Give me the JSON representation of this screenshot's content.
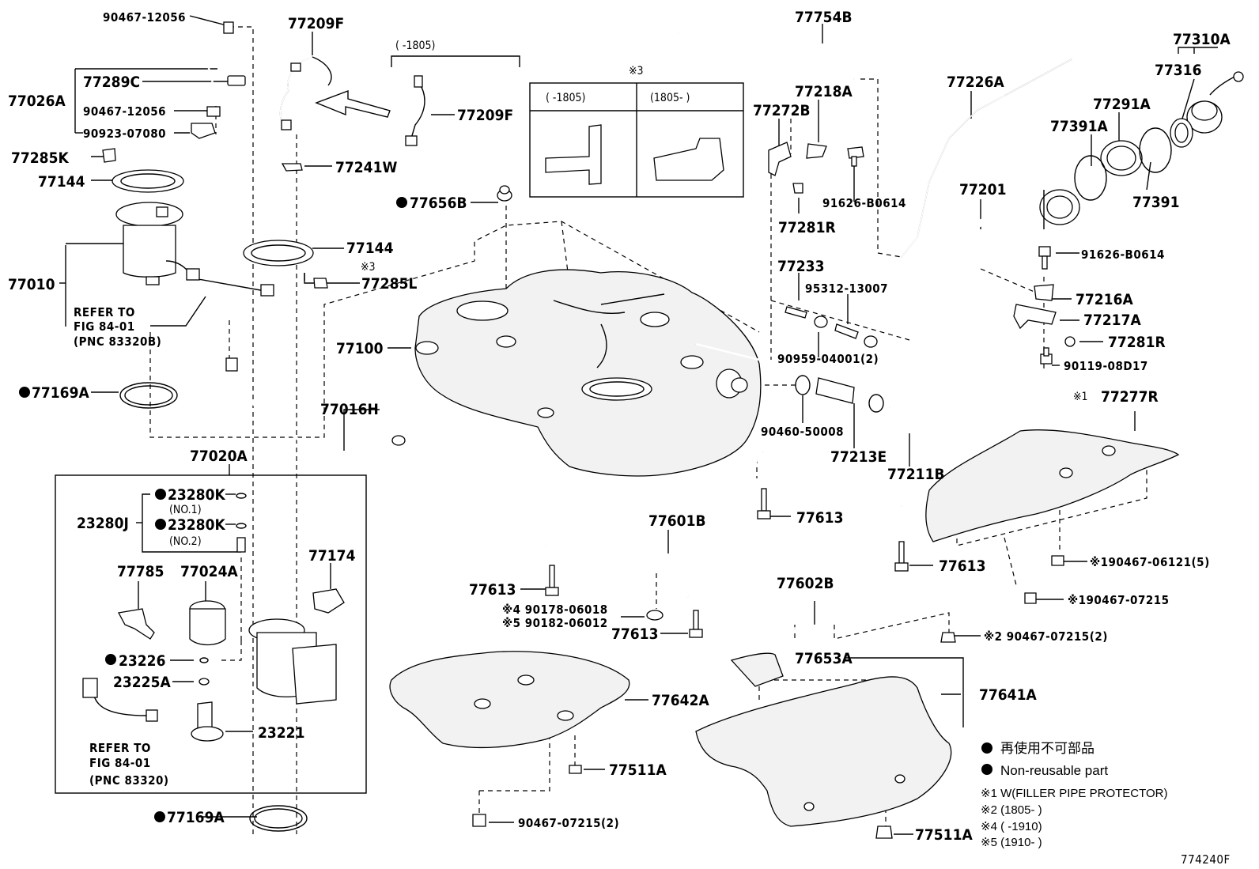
{
  "diagram_id": "774240F",
  "labels": {
    "p90467_12056_top": "90467-12056",
    "p77209F_top": "77209F",
    "p77754B": "77754B",
    "p77310A": "77310A",
    "p1805_header": "( -1805)",
    "p77026A": "77026A",
    "p77289C": "77289C",
    "p90467_12056_mid": "90467-12056",
    "p90923_07080": "90923-07080",
    "p77209F_right": "77209F",
    "note3_top": "※3",
    "col_1805": "( -1805)",
    "col_1805_after": "(1805- )",
    "p77226A": "77226A",
    "p77316": "77316",
    "p77218A": "77218A",
    "p77272B": "77272B",
    "p77291A": "77291A",
    "p77391A": "77391A",
    "p77391": "77391",
    "p77285K": "77285K",
    "p77144_top": "77144",
    "p77241W": "77241W",
    "p91626_B0614_a": "91626-B0614",
    "p77201": "77201",
    "p77656B": "77656B",
    "p77281R_a": "77281R",
    "p91626_B0614_b": "91626-B0614",
    "p77010": "77010",
    "p77144_mid": "77144",
    "note3_mid": "※3",
    "p77285L": "77285L",
    "p77233": "77233",
    "p95312_13007": "95312-13007",
    "p77216A": "77216A",
    "p77217A": "77217A",
    "refer1_a": "REFER TO",
    "refer1_b": "FIG 84-01",
    "refer1_c": "(PNC 83320B)",
    "p77100": "77100",
    "p90959_04001": "90959-04001(2)",
    "p77281R_b": "77281R",
    "p90119_08D17": "90119-08D17",
    "p77169A_top": "77169A",
    "p77016H": "77016H",
    "p90460_50008": "90460-50008",
    "p77277R": "77277R",
    "note1_77277R": "※1",
    "p77213E": "77213E",
    "p77211B": "77211B",
    "p77020A": "77020A",
    "p23280K_1": "23280K",
    "no1": "(NO.1)",
    "p23280J": "23280J",
    "p23280K_2": "23280K",
    "no2": "(NO.2)",
    "p77601B": "77601B",
    "p77613_a": "77613",
    "p77613_b": "77613",
    "p77785": "77785",
    "p77024A": "77024A",
    "p77174": "77174",
    "p90467_06121": "※190467-06121(5)",
    "p77613_c": "77613",
    "p77602B": "77602B",
    "p90467_07215_a": "※190467-07215",
    "p90178": "※4 90178-06018",
    "p90182": "※5 90182-06012",
    "p77613_d": "77613",
    "p90467_07215_b": "※2 90467-07215(2)",
    "p23226": "23226",
    "p77653A": "77653A",
    "p23225A": "23225A",
    "p77642A": "77642A",
    "p77641A": "77641A",
    "p23221": "23221",
    "refer2_a": "REFER TO",
    "refer2_b": "FIG 84-01",
    "refer2_c": "(PNC 83320)",
    "p77511A_a": "77511A",
    "p77169A_bot": "77169A",
    "p90467_07215_c": "90467-07215(2)",
    "p77511A_b": "77511A"
  },
  "legend": {
    "jp": "再使用不可部品",
    "en": "Non-reusable part",
    "note1": "※1 W(FILLER PIPE PROTECTOR)",
    "note2": "※2 (1805- )",
    "note4": "※4 ( -1910)",
    "note5": "※5 (1910- )"
  }
}
